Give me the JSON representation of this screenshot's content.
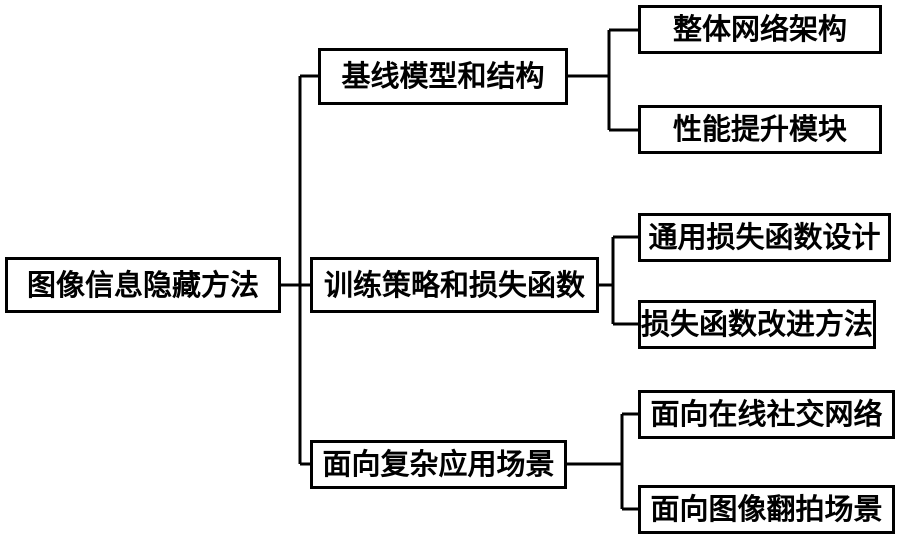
{
  "diagram": {
    "type": "tree",
    "orientation": "left-to-right",
    "style": {
      "box_border_color": "#000000",
      "box_fill_color": "#ffffff",
      "connector_color": "#000000",
      "text_color": "#000000",
      "background_color": "#ffffff"
    },
    "root": {
      "label": "图像信息隐藏方法"
    },
    "branches": [
      {
        "label": "基线模型和结构",
        "children": [
          {
            "label": "整体网络架构"
          },
          {
            "label": "性能提升模块"
          }
        ]
      },
      {
        "label": "训练策略和损失函数",
        "children": [
          {
            "label": "通用损失函数设计"
          },
          {
            "label": "损失函数改进方法"
          }
        ]
      },
      {
        "label": "面向复杂应用场景",
        "children": [
          {
            "label": "面向在线社交网络"
          },
          {
            "label": "面向图像翻拍场景"
          }
        ]
      }
    ]
  }
}
